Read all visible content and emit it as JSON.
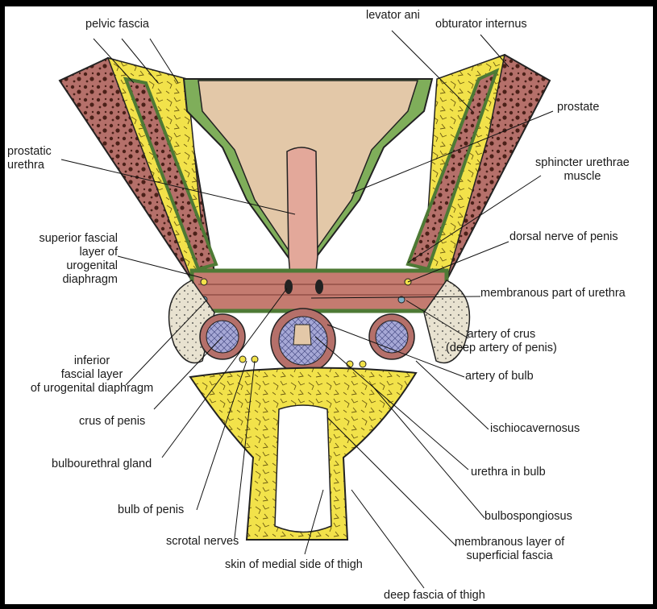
{
  "labels": {
    "pelvic_fascia": [
      "pelvic fascia"
    ],
    "levator_ani": [
      "levator ani"
    ],
    "obturator_internus": [
      "obturator internus"
    ],
    "prostate": [
      "prostate"
    ],
    "prostatic_urethra": [
      "prostatic",
      "urethra"
    ],
    "sphincter_urethrae": [
      "sphincter urethrae",
      "muscle"
    ],
    "superior_fascial_layer": [
      "superior fascial",
      "layer of",
      "urogenital",
      "diaphragm"
    ],
    "dorsal_nerve": [
      "dorsal nerve of penis"
    ],
    "membranous_urethra": [
      "membranous part of urethra"
    ],
    "artery_of_crus": [
      "artery of crus",
      "(deep artery of penis)"
    ],
    "inferior_fascial_layer": [
      "inferior",
      "fascial layer",
      "of urogenital diaphragm"
    ],
    "artery_of_bulb": [
      "artery of bulb"
    ],
    "crus_of_penis": [
      "crus of penis"
    ],
    "ischiocavernosus": [
      "ischiocavernosus"
    ],
    "bulbourethral_gland": [
      "bulbourethral gland"
    ],
    "urethra_in_bulb": [
      "urethra in bulb"
    ],
    "bulb_of_penis": [
      "bulb of penis"
    ],
    "bulbospongiosus": [
      "bulbospongiosus"
    ],
    "scrotal_nerves": [
      "scrotal nerves"
    ],
    "membranous_layer_superficial_fascia": [
      "membranous layer of",
      "superficial fascia"
    ],
    "skin_medial_thigh": [
      "skin of medial side of thigh"
    ],
    "deep_fascia_thigh": [
      "deep fascia of thigh"
    ]
  },
  "colors": {
    "frame": "#000000",
    "background": "#ffffff",
    "muscle": "#b5706a",
    "muscle_dark": "#5a2a22",
    "fat": "#f2e24a",
    "fascia": "#7fae5a",
    "prostate": "#e3c8a8",
    "urethra": "#e3a89a",
    "erectile_tissue": "#a6a8d6",
    "bone": "#e8e2d0"
  }
}
